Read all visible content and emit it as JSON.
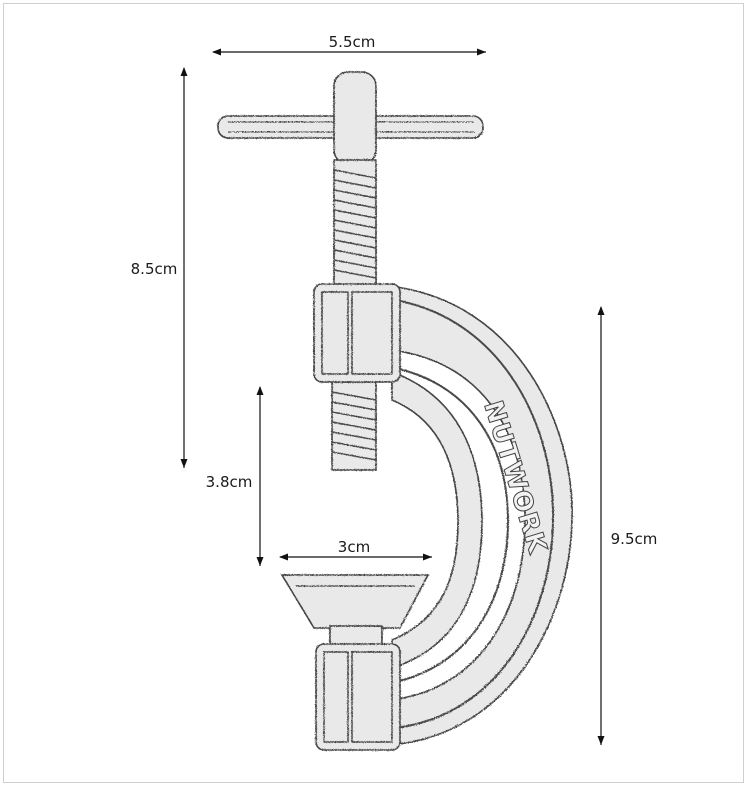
{
  "dimensions": {
    "top_width": "5.5cm",
    "screw_height": "8.5cm",
    "opening": "3.8cm",
    "pad_width": "3cm",
    "total_height": "9.5cm"
  },
  "product": {
    "brand": "NUTWORK"
  },
  "colors": {
    "line": "#111111",
    "sketch": "#444444",
    "frame": "#cfcfcf"
  }
}
